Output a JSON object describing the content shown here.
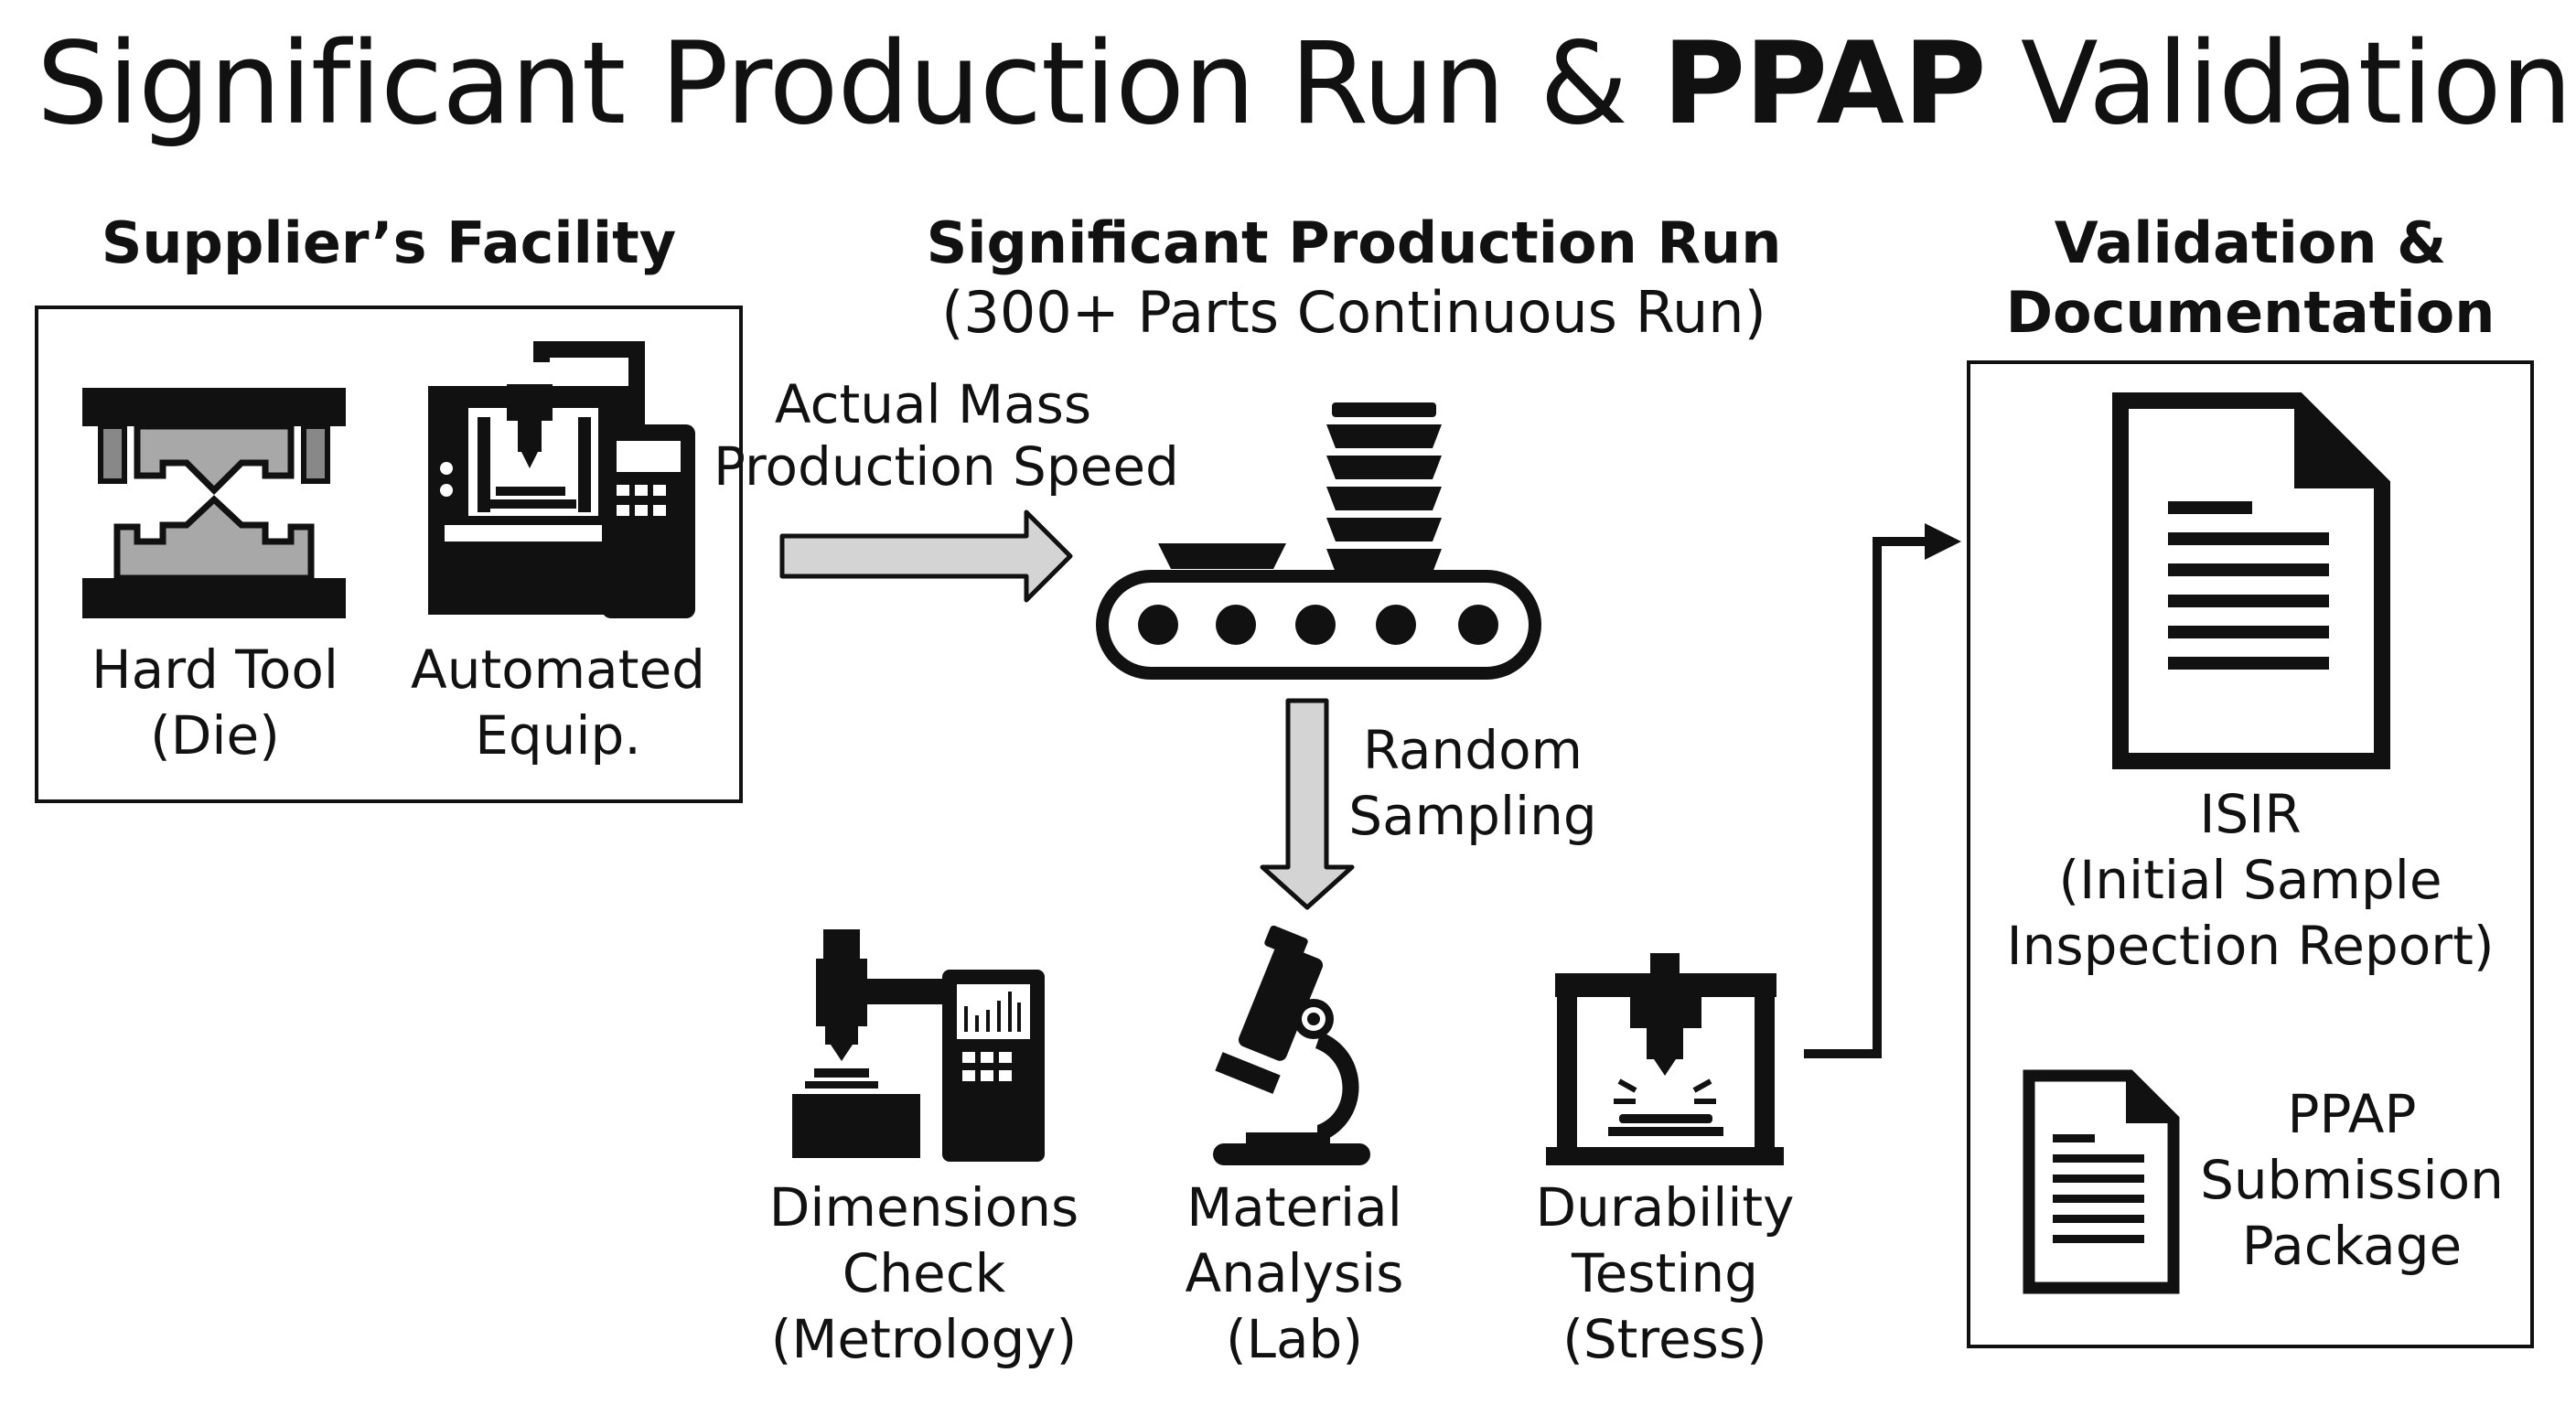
{
  "title": {
    "prefix": "Significant Production Run & ",
    "bold": "PPAP",
    "suffix": " Validation"
  },
  "sections": {
    "supplier": {
      "heading": "Supplier’s Facility"
    },
    "production": {
      "heading": "Significant Production Run",
      "subheading": "(300+ Parts Continuous Run)"
    },
    "validation": {
      "heading_lines": [
        "Validation &",
        "Documentation"
      ]
    }
  },
  "equipment": [
    {
      "lines": [
        "Hard Tool",
        "(Die)"
      ],
      "icon": "die-tool-icon"
    },
    {
      "lines": [
        "Automated",
        "Equip."
      ],
      "icon": "cnc-machine-icon"
    }
  ],
  "flows": {
    "to_production": {
      "lines": [
        "Actual Mass",
        "Production Speed"
      ]
    },
    "to_sampling": {
      "lines": [
        "Random",
        "Sampling"
      ]
    }
  },
  "tests": [
    {
      "lines": [
        "Dimensions",
        "Check",
        "(Metrology)"
      ],
      "icon": "cmm-machine-icon"
    },
    {
      "lines": [
        "Material",
        "Analysis",
        "(Lab)"
      ],
      "icon": "microscope-icon"
    },
    {
      "lines": [
        "Durability",
        "Testing",
        "(Stress)"
      ],
      "icon": "stress-press-icon"
    }
  ],
  "documents": [
    {
      "lines": [
        "ISIR",
        "(Initial Sample",
        "Inspection Report)"
      ],
      "icon": "document-icon"
    },
    {
      "lines": [
        "PPAP",
        "Submission",
        "Package"
      ],
      "icon": "document-icon"
    }
  ],
  "icons": [
    "conveyor-belt-icon",
    "stacked-parts-icon",
    "flow-arrow-icon"
  ],
  "colors": {
    "ink": "#111111",
    "arrow_fill": "#d4d4d4",
    "die_fill": "#a8a8a8",
    "background": "#ffffff"
  }
}
